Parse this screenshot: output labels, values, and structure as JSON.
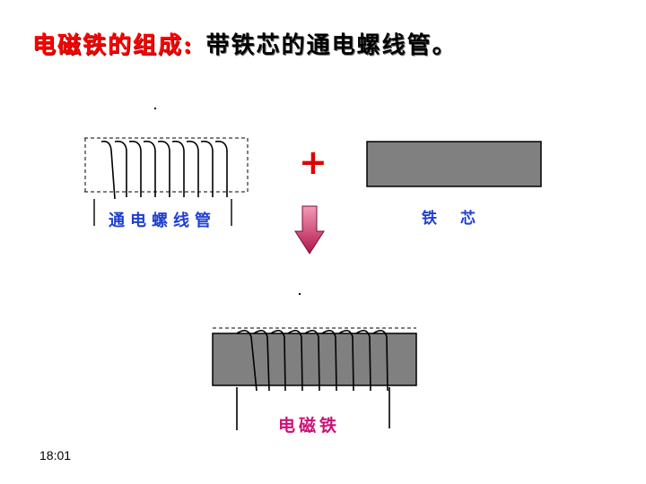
{
  "title": {
    "part1": "电磁铁的组成:",
    "part2": "带铁芯的通电螺线管。"
  },
  "labels": {
    "solenoid": "通电螺线管",
    "core": "铁芯",
    "electromagnet": "电磁铁"
  },
  "plus_sign": "+",
  "timestamp": "18:01",
  "colors": {
    "title_red": "#ff0000",
    "label_blue": "#1f3fcf",
    "label_magenta": "#cc1177",
    "core_gray": "#808080",
    "arrow_magenta": "#cc3366"
  }
}
